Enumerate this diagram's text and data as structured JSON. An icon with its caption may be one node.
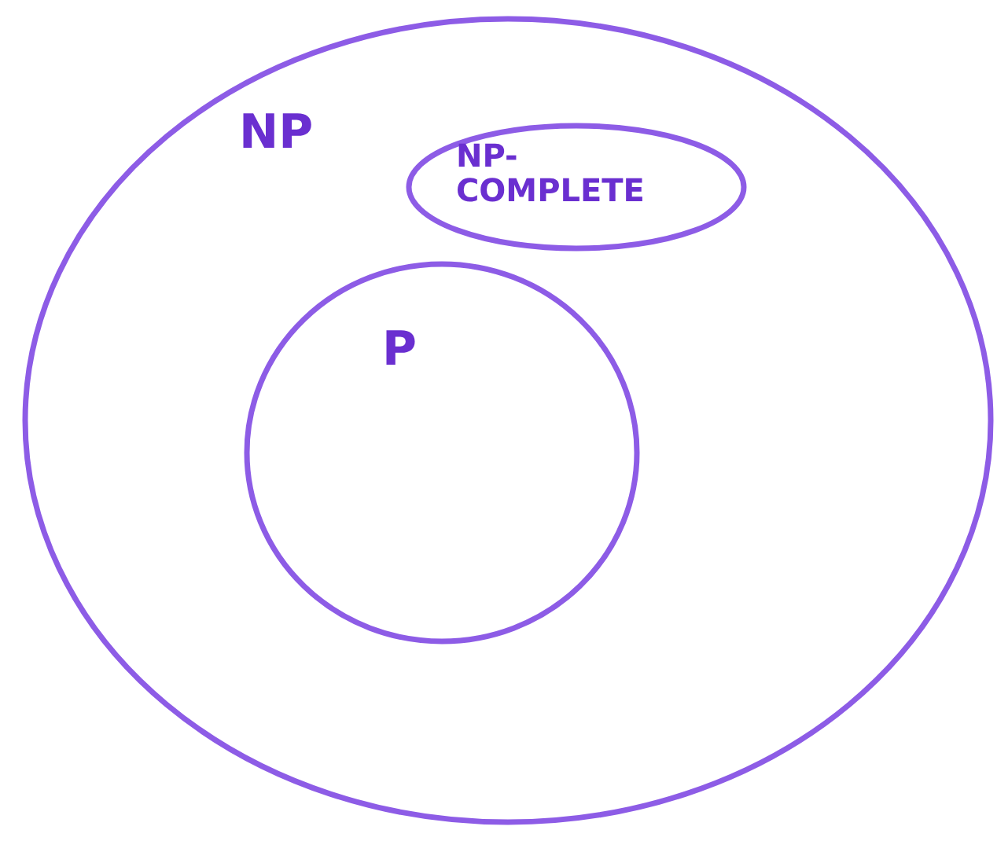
{
  "diagram": {
    "nodes": [
      {
        "text": [
          "NP"
        ]
      },
      {
        "text": [
          "NP-COMPLETE"
        ],
        "in": 0
      },
      {
        "text": [
          "P"
        ],
        "in": 0
      }
    ],
    "edges": []
  }
}
